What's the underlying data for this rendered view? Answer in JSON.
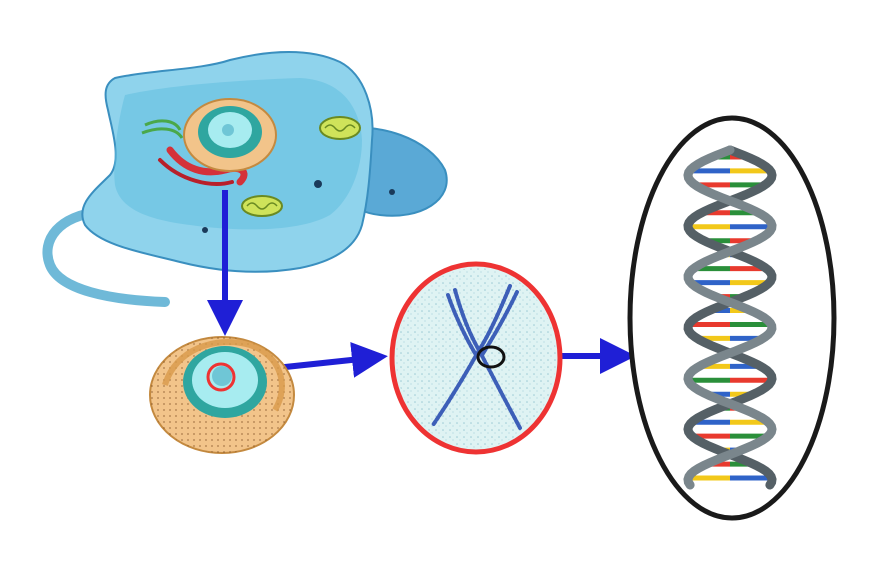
{
  "diagram": {
    "stages": [
      {
        "id": "cell",
        "icon": "animal-cell-icon"
      },
      {
        "id": "nucleus",
        "icon": "nucleus-icon"
      },
      {
        "id": "chromosome",
        "icon": "chromosome-icon"
      },
      {
        "id": "dna",
        "icon": "dna-double-helix-icon"
      }
    ],
    "arrows": [
      {
        "from": "cell",
        "to": "nucleus"
      },
      {
        "from": "nucleus",
        "to": "chromosome"
      },
      {
        "from": "chromosome",
        "to": "dna"
      }
    ]
  },
  "colors": {
    "arrow": "#1f1fd6",
    "cell_body": "#8fd3ec",
    "cell_outline": "#3a8fbf",
    "nucleus_outer": "#f2c48a",
    "nucleus_inner": "#9fe3d8",
    "highlight_ring": "#ee3333",
    "chromosome": "#3d5fb8",
    "dna_backbone": "#556066",
    "base_pairs": [
      "#e83a2e",
      "#f2c81a",
      "#2a8f3a",
      "#2f63c8"
    ],
    "frame": "#1a1a1a"
  }
}
